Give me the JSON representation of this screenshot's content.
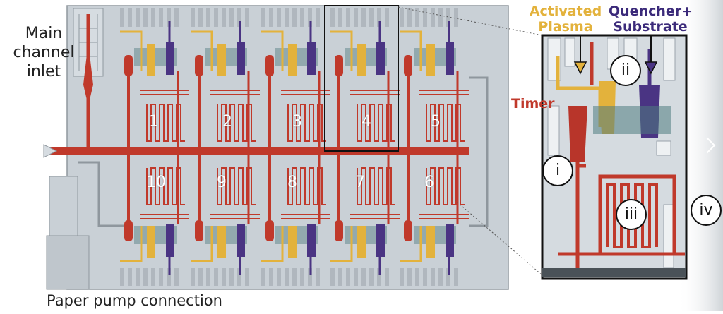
{
  "labels": {
    "main_inlet": [
      "Main",
      "channel",
      "inlet"
    ],
    "paper_pump": "Paper pump connection",
    "activated_plasma": [
      "Activated",
      "Plasma"
    ],
    "quencher_substrate": [
      "Quencher+",
      "Substrate"
    ],
    "timer": "Timer"
  },
  "chambers_top": [
    "1",
    "2",
    "3",
    "4",
    "5"
  ],
  "chambers_bottom": [
    "10",
    "9",
    "8",
    "7",
    "6"
  ],
  "callouts": [
    "i",
    "ii",
    "iii",
    "iv"
  ],
  "colors": {
    "timer_red": "#c0392b",
    "plasma_yellow": "#e3b23c",
    "quencher_purple": "#4a3483",
    "chip_gray": "#c9d0d6",
    "chip_dark": "#9aa3ab"
  }
}
